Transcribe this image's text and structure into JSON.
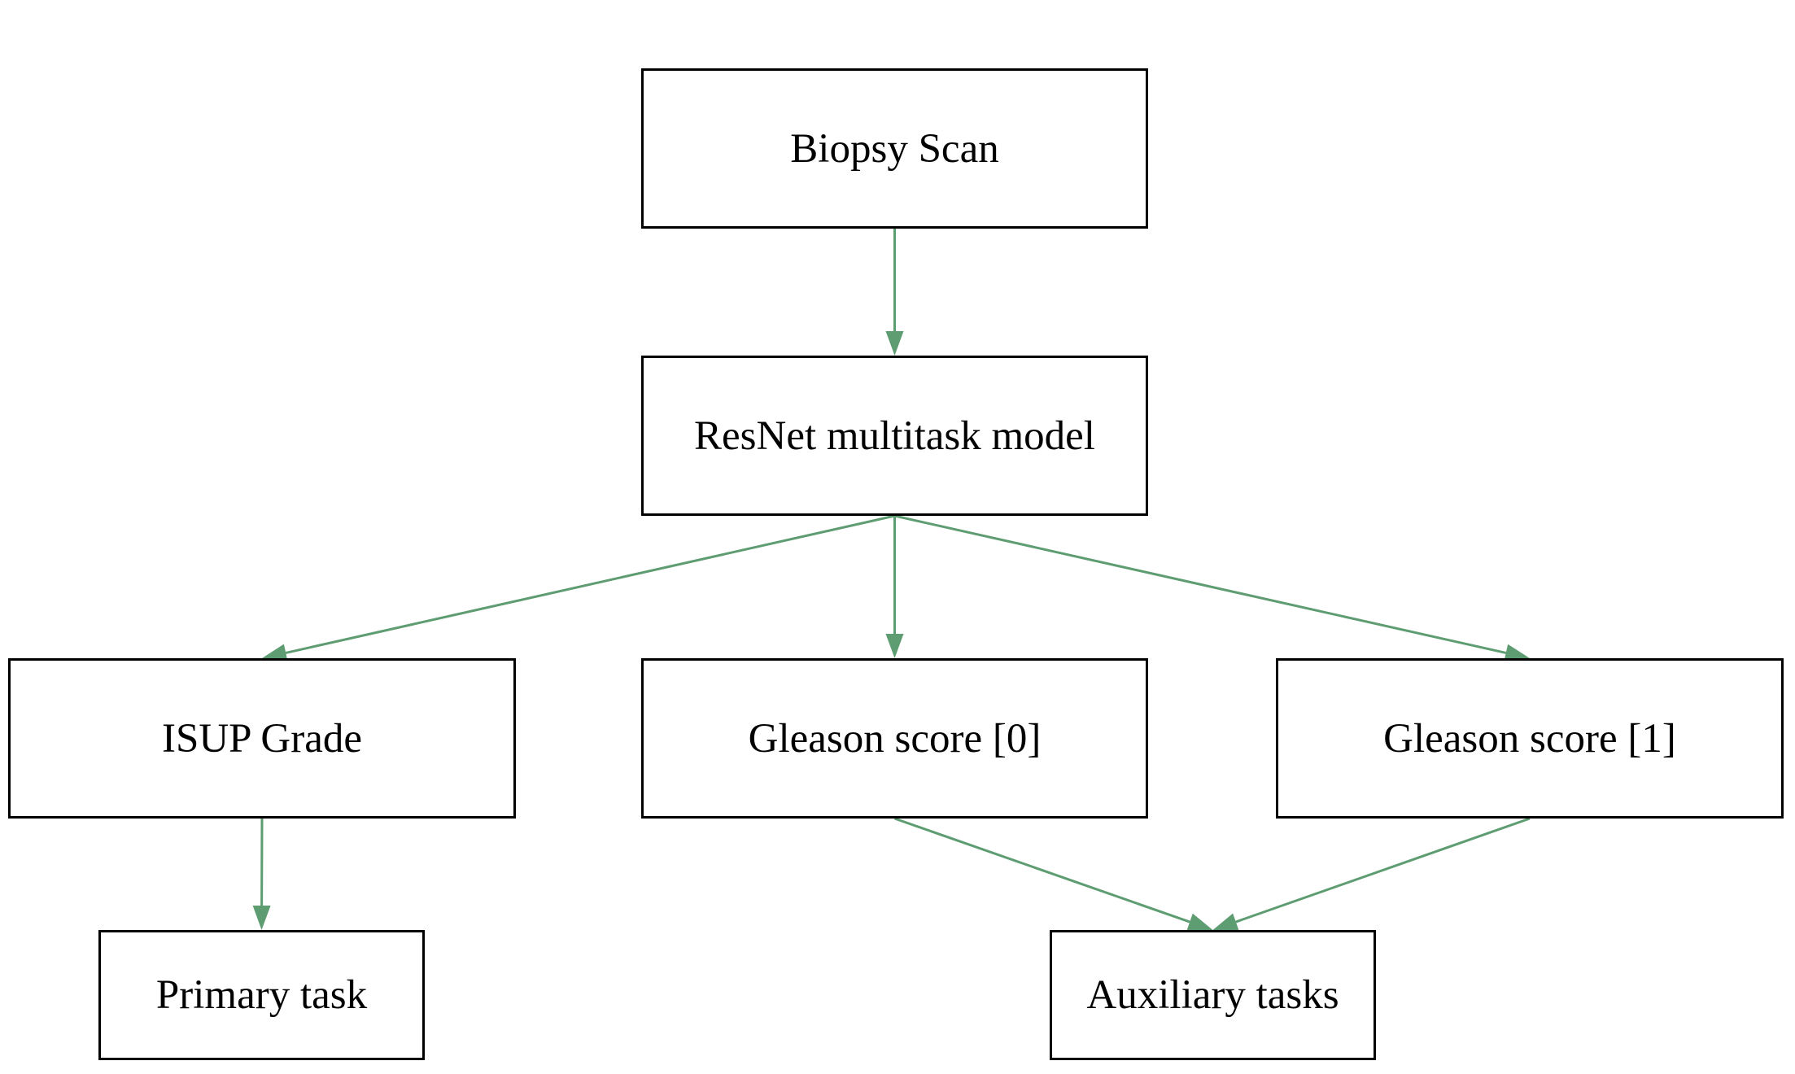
{
  "nodes": {
    "biopsy_scan": "Biopsy Scan",
    "resnet_model": "ResNet multitask model",
    "isup_grade": "ISUP Grade",
    "gleason_score_0": "Gleason score [0]",
    "gleason_score_1": "Gleason score [1]",
    "primary_task": "Primary task",
    "auxiliary_tasks": "Auxiliary tasks"
  },
  "edges": [
    {
      "from": "biopsy_scan",
      "to": "resnet_model"
    },
    {
      "from": "resnet_model",
      "to": "isup_grade"
    },
    {
      "from": "resnet_model",
      "to": "gleason_score_0"
    },
    {
      "from": "resnet_model",
      "to": "gleason_score_1"
    },
    {
      "from": "isup_grade",
      "to": "primary_task"
    },
    {
      "from": "gleason_score_0",
      "to": "auxiliary_tasks"
    },
    {
      "from": "gleason_score_1",
      "to": "auxiliary_tasks"
    }
  ],
  "colors": {
    "edge": "#5e9c72",
    "node_border": "#000000",
    "text": "#000000",
    "background": "#ffffff"
  }
}
